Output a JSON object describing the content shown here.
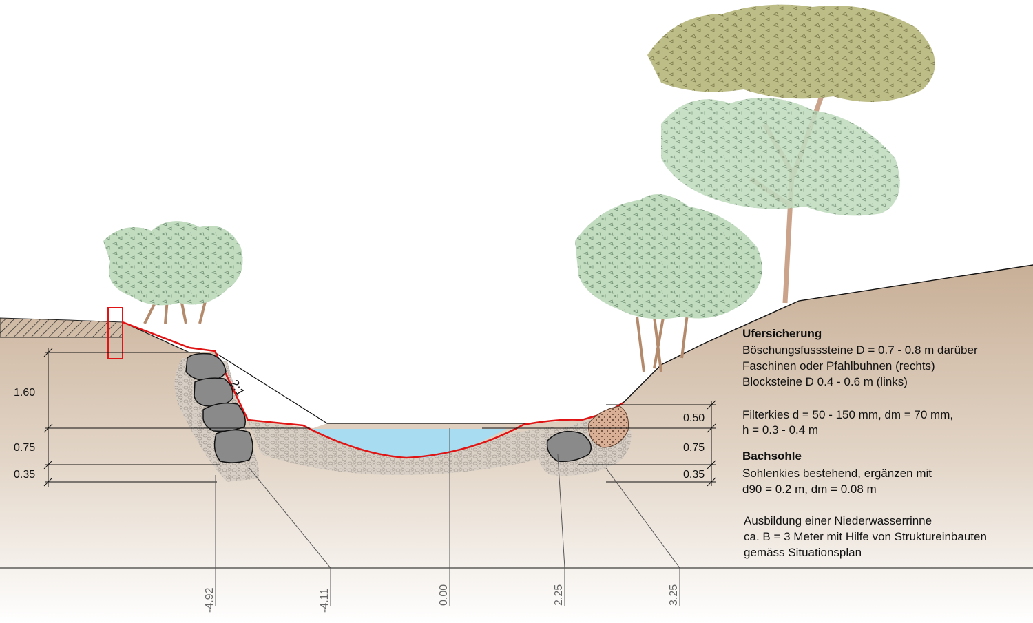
{
  "colors": {
    "ground_top": "#c9b199",
    "ground_bottom": "#ffffff",
    "water": "#a8dcf0",
    "red_line": "#e01414",
    "stone": "#8a8a8a",
    "foliage_light": "#bcd5b8",
    "foliage_olive": "#b9ba83",
    "gravel": "#bfb5a8"
  },
  "slope_label": "2:1",
  "left_dims": [
    "1.60",
    "0.75",
    "0.35"
  ],
  "right_dims": [
    "0.50",
    "0.75",
    "0.35"
  ],
  "stations": [
    "-4.92",
    "-4.11",
    "0.00",
    "2.25",
    "3.25"
  ],
  "legend": {
    "ufer_title": "Ufersicherung",
    "ufer_lines": [
      "Böschungsfusssteine D = 0.7 - 0.8 m darüber",
      "Faschinen oder Pfahlbuhnen (rechts)",
      "Blocksteine D 0.4 - 0.6 m (links)"
    ],
    "filter_lines": [
      "Filterkies d = 50 - 150 mm, dm = 70 mm,",
      "h = 0.3 - 0.4 m"
    ],
    "sohle_title": "Bachsohle",
    "sohle_lines": [
      "Sohlenkies bestehend, ergänzen mit",
      "d90 = 0.2 m, dm = 0.08 m"
    ],
    "rinne_lines": [
      "Ausbildung einer Niederwasserrinne",
      "ca. B = 3 Meter mit Hilfe von Struktureinbauten",
      "gemäss Situationsplan"
    ]
  }
}
